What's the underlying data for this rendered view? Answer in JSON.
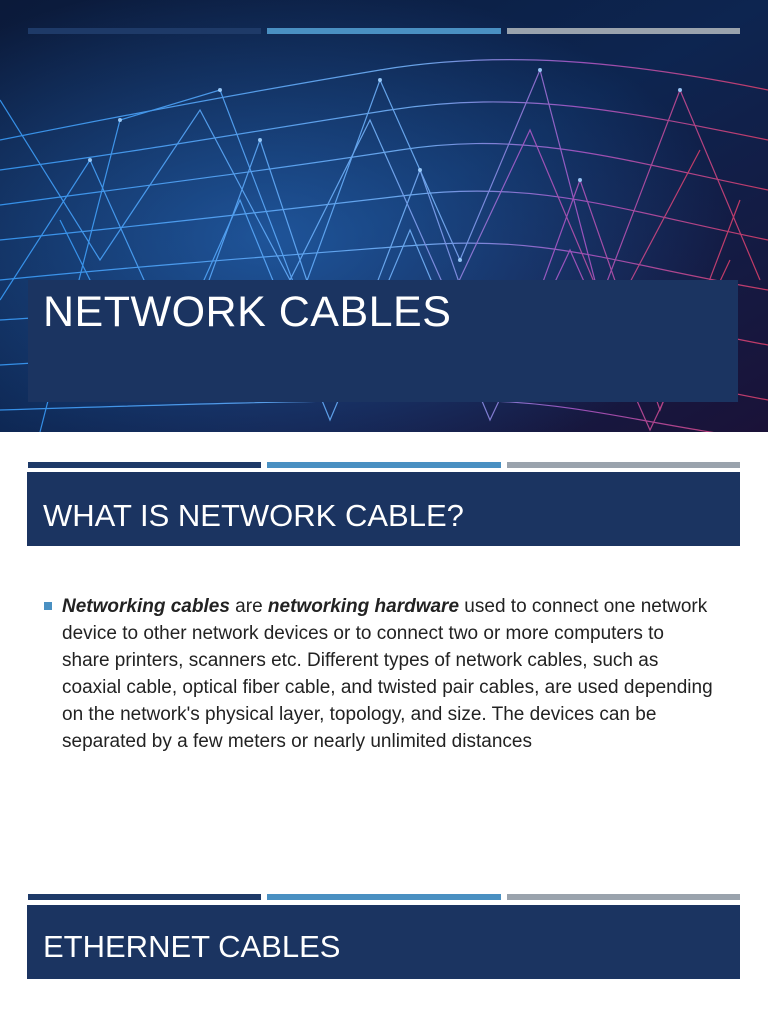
{
  "slide1": {
    "title": "NETWORK CABLES",
    "accent_colors": [
      "#1e3a68",
      "#4a90c2",
      "#9aa3ad"
    ]
  },
  "slide2": {
    "heading": "WHAT IS NETWORK CABLE?",
    "bullet": {
      "bold1": "Networking cables",
      "text1": " are ",
      "bold2": "networking hardware",
      "text2": " used to connect one network device to other network devices or to connect two or more computers to share printers, scanners etc. Different types of network cables, such as coaxial cable, optical fiber cable, and twisted pair cables, are used depending on the network's physical layer, topology, and size. The devices can be separated by a few meters or nearly unlimited distances"
    }
  },
  "slide3": {
    "heading": "ETHERNET CABLES"
  }
}
